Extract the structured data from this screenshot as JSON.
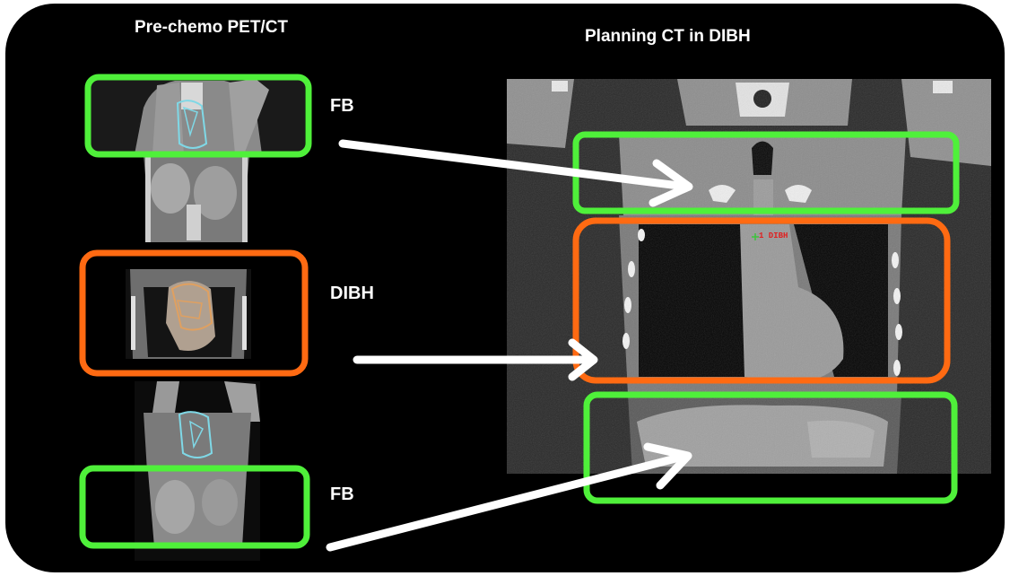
{
  "titles": {
    "left": "Pre-chemo PET/CT",
    "right": "Planning CT in DIBH"
  },
  "labels": {
    "fb_top": "FB",
    "dibh": "DIBH",
    "fb_bottom": "FB"
  },
  "ct_tag": "1 DIBH",
  "colors": {
    "background": "#000000",
    "box_fb": "#4ff03a",
    "box_dibh": "#ff6a12",
    "arrow": "#ffffff",
    "contour_cyan": "#7fd8e6",
    "contour_orange": "#e0a060"
  }
}
